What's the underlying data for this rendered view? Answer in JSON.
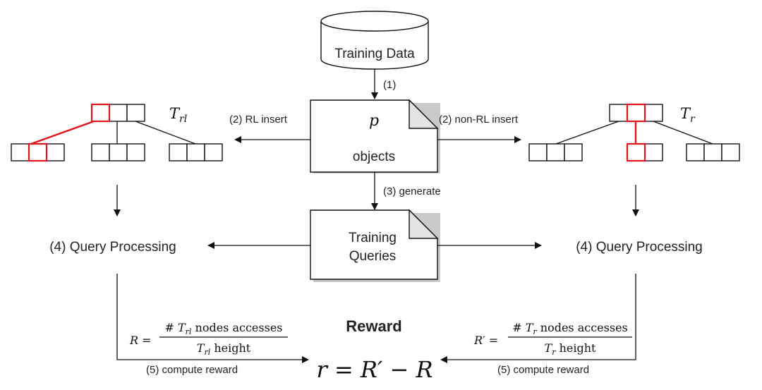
{
  "database": {
    "label": "Training Data"
  },
  "document_objects": {
    "symbol": "p",
    "label": "objects"
  },
  "document_queries": {
    "line1": "Training",
    "line2": "Queries"
  },
  "steps": {
    "step1": "(1)",
    "step2_left": "(2) RL insert",
    "step2_right": "(2) non-RL insert",
    "step3": "(3) generate",
    "step4_left": "(4) Query Processing",
    "step4_right": "(4) Query Processing",
    "step5_left": "(5) compute reward",
    "step5_right": "(5) compute reward"
  },
  "trees": {
    "left": {
      "label_base": "T",
      "label_sub": "rl"
    },
    "right": {
      "label_base": "T",
      "label_sub": "r"
    }
  },
  "formulas": {
    "left": {
      "lhs": "R =",
      "num_prefix": "# ",
      "num_base": "T",
      "num_sub": "rl",
      "num_suffix": " nodes accesses",
      "den_base": "T",
      "den_sub": "rl",
      "den_suffix": " height"
    },
    "right": {
      "lhs": "R′ =",
      "num_prefix": "# ",
      "num_base": "T",
      "num_sub": "r",
      "num_suffix": " nodes accesses",
      "den_base": "T",
      "den_sub": "r",
      "den_suffix": " height"
    }
  },
  "reward": {
    "title": "Reward",
    "formula": "r = R′ − R"
  },
  "colors": {
    "highlight": "#e0141e",
    "stroke": "#111111",
    "fold": "#e4e4e4"
  }
}
